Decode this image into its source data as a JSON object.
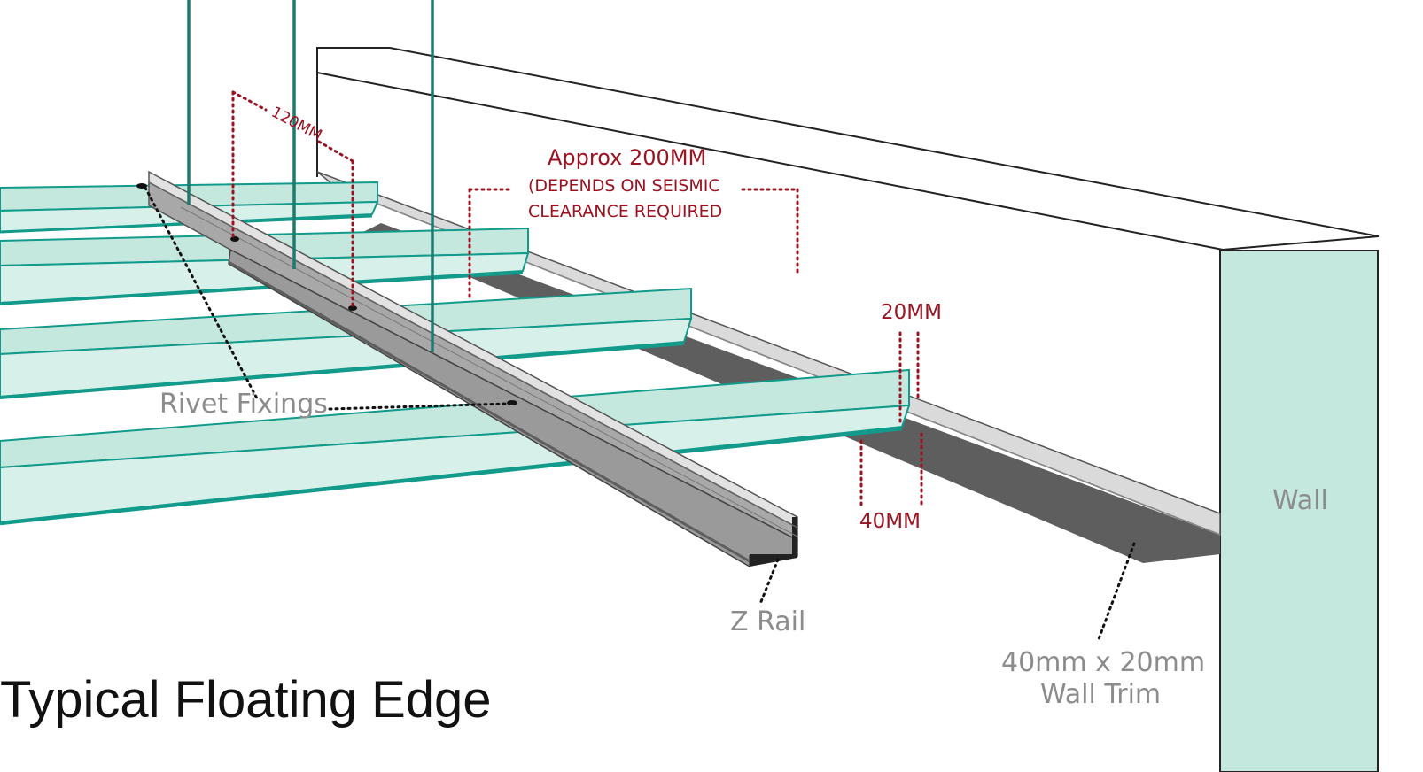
{
  "title": "Typical Floating Edge",
  "labels": {
    "rivet_fixings": "Rivet Fixings",
    "z_rail": "Z Rail",
    "wall": "Wall",
    "wall_trim_line1": "40mm x 20mm",
    "wall_trim_line2": "Wall Trim"
  },
  "dimensions": {
    "d120": "120MM",
    "approx_line1": "Approx 200MM",
    "approx_line2": "(DEPENDS ON SEISMIC",
    "approx_line3": "CLEARANCE REQUIRED",
    "d20": "20MM",
    "d40": "40MM"
  },
  "colors": {
    "teal_fill": "#c4e8de",
    "teal_edge": "#129a8b",
    "hanger": "#1f7a6e",
    "rail_grey": "#9a9a9a",
    "rail_dark": "#5e5e5e",
    "dim_red": "#9b1220",
    "label_grey": "#8c8c8c"
  }
}
